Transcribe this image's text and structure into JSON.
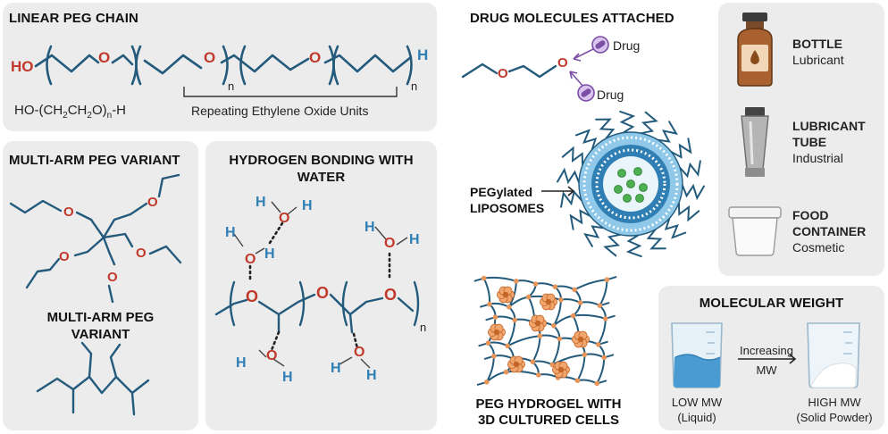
{
  "linear": {
    "title": "LINEAR PEG CHAIN",
    "left_atom": "HO",
    "right_atom": "H",
    "oxygen": "O",
    "subscript": "n",
    "formula": "HO-(CH2CH2O)n-H",
    "formula_parts": [
      "HO-(CH",
      "2",
      "CH",
      "2",
      "O)",
      "n",
      "-H"
    ],
    "repeat_label": "Repeating Ethylene Oxide Units"
  },
  "multiarm": {
    "title": "MULTI-ARM PEG VARIANT",
    "caption_line1": "MULTI-ARM PEG",
    "caption_line2": "VARIANT",
    "oxygen": "O"
  },
  "hbond": {
    "title_line1": "HYDROGEN BONDING WITH",
    "title_line2": "WATER",
    "h": "H",
    "o": "O",
    "subscript": "n"
  },
  "drug": {
    "title": "DRUG MOLECULES ATTACHED",
    "label1": "Drug",
    "label2": "Drug",
    "oxygen": "O"
  },
  "liposome": {
    "label_line1": "PEGylated",
    "label_line2": "LIPOSOMES"
  },
  "hydrogel": {
    "caption_line1": "PEG HYDROGEL WITH",
    "caption_line2": "3D CULTURED CELLS"
  },
  "products": [
    {
      "name": "BOTTLE",
      "use": "Lubricant",
      "icon": "bottle-icon"
    },
    {
      "name_line1": "LUBRICANT",
      "name_line2": "TUBE",
      "use": "Industrial",
      "icon": "tube-icon"
    },
    {
      "name_line1": "FOOD",
      "name_line2": "CONTAINER",
      "use": "Cosmetic",
      "icon": "container-icon"
    }
  ],
  "mw": {
    "title": "MOLECULAR WEIGHT",
    "arrow_line1": "Increasing",
    "arrow_line2": "MW",
    "low_line1": "LOW MW",
    "low_line2": "(Liquid)",
    "high_line1": "HIGH MW",
    "high_line2": "(Solid Powder)"
  },
  "colors": {
    "chain": "#245a7c",
    "oxygen": "#c0392b",
    "hydrogen": "#2f7fb5",
    "drug": "#7b4fa3",
    "panel": "#ececec",
    "cell": "#e8955a"
  }
}
